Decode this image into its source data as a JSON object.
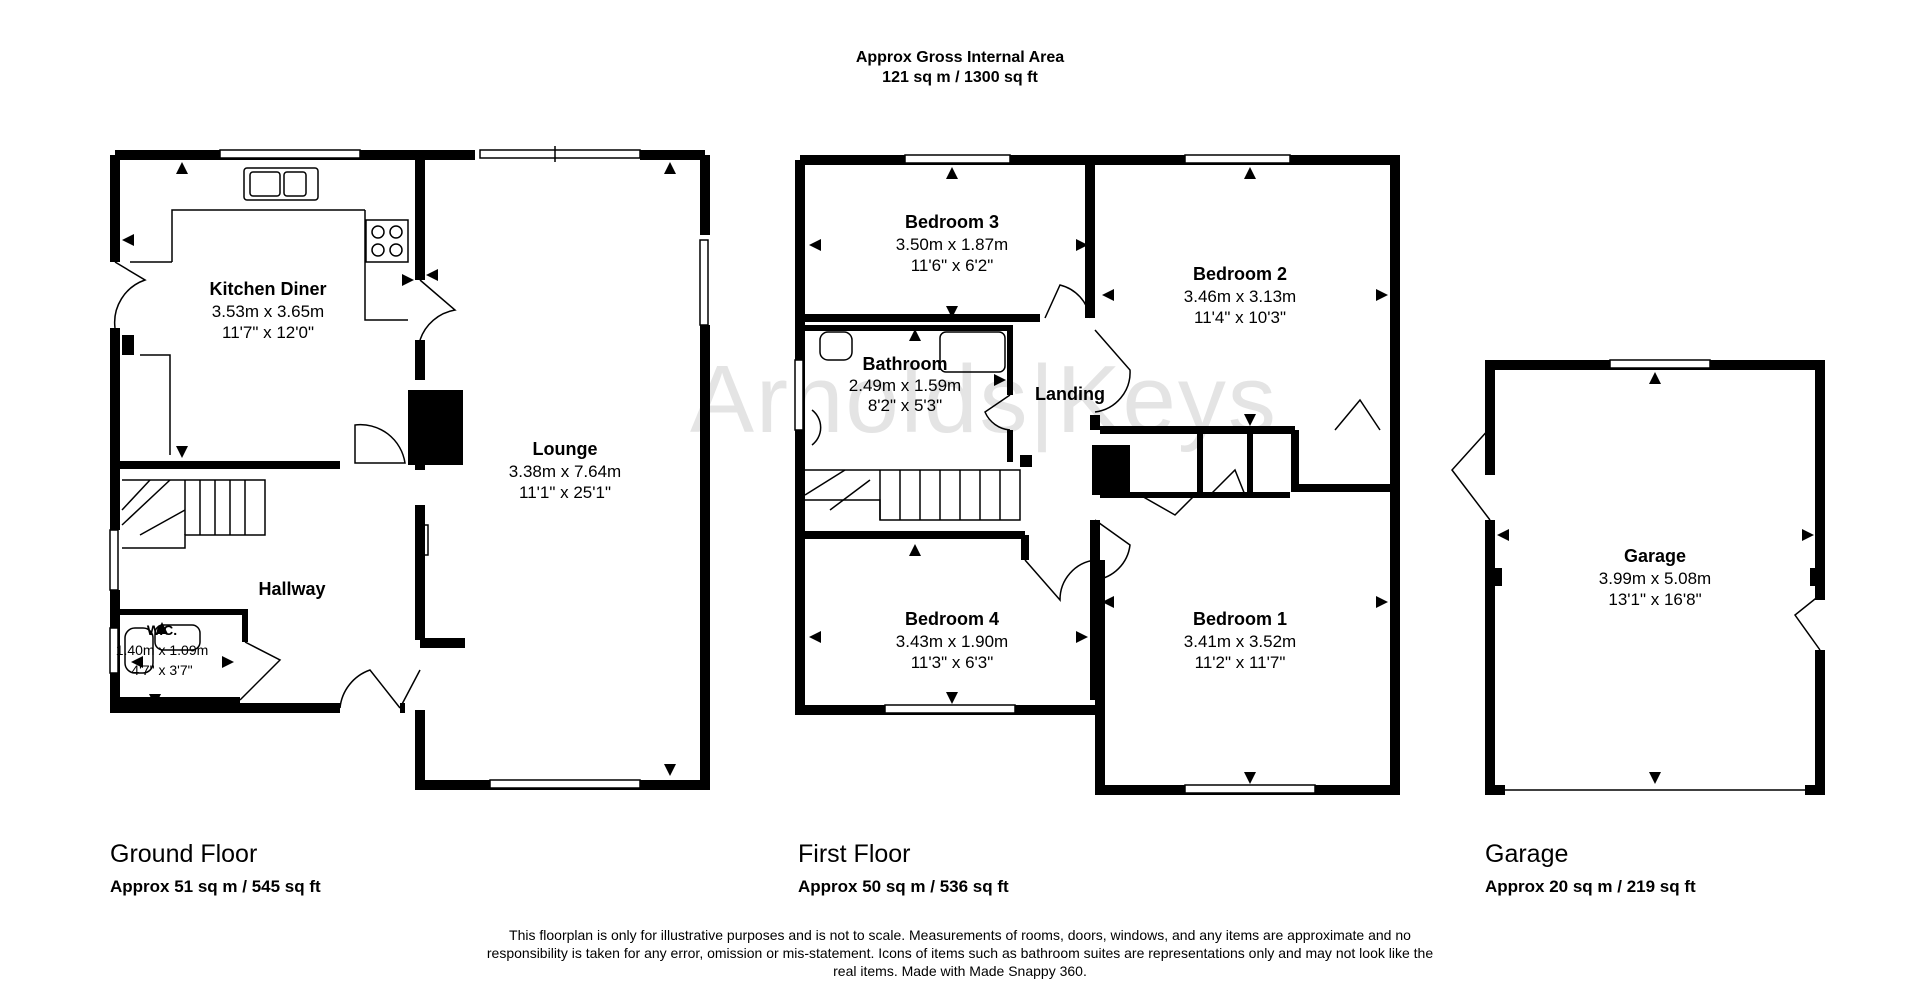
{
  "header": {
    "title": "Approx Gross Internal Area",
    "total_area": "121 sq m / 1300 sq ft"
  },
  "watermark": "Arnolds|Keys",
  "floors": [
    {
      "name": "Ground Floor",
      "area": "Approx 51 sq m / 545 sq ft",
      "rooms": [
        {
          "name": "Kitchen Diner",
          "metric": "3.53m x 3.65m",
          "imperial": "11'7\" x 12'0\""
        },
        {
          "name": "Lounge",
          "metric": "3.38m x 7.64m",
          "imperial": "11'1\" x 25'1\""
        },
        {
          "name": "Hallway",
          "metric": "",
          "imperial": ""
        },
        {
          "name": "W.C.",
          "metric": "1.40m x 1.09m",
          "imperial": "4'7\" x 3'7\""
        }
      ]
    },
    {
      "name": "First Floor",
      "area": "Approx 50 sq m / 536 sq ft",
      "rooms": [
        {
          "name": "Bedroom 3",
          "metric": "3.50m x 1.87m",
          "imperial": "11'6\" x 6'2\""
        },
        {
          "name": "Bedroom 2",
          "metric": "3.46m x 3.13m",
          "imperial": "11'4\" x 10'3\""
        },
        {
          "name": "Bathroom",
          "metric": "2.49m x 1.59m",
          "imperial": "8'2\" x 5'3\""
        },
        {
          "name": "Landing",
          "metric": "",
          "imperial": ""
        },
        {
          "name": "Bedroom 4",
          "metric": "3.43m x 1.90m",
          "imperial": "11'3\" x 6'3\""
        },
        {
          "name": "Bedroom 1",
          "metric": "3.41m x 3.52m",
          "imperial": "11'2\" x 11'7\""
        }
      ]
    },
    {
      "name": "Garage",
      "area": "Approx 20 sq m / 219 sq ft",
      "rooms": [
        {
          "name": "Garage",
          "metric": "3.99m x 5.08m",
          "imperial": "13'1\" x 16'8\""
        }
      ]
    }
  ],
  "disclaimer": "This floorplan is only for illustrative purposes and is not to scale. Measurements of rooms, doors, windows, and any items are approximate and no responsibility is taken for any error, omission or mis-statement. Icons of items such as bathroom suites are representations only and may not look like the real items. Made with Made Snappy 360.",
  "colors": {
    "wall": "#000000",
    "background": "#ffffff",
    "watermark": "#e4e4e4"
  }
}
